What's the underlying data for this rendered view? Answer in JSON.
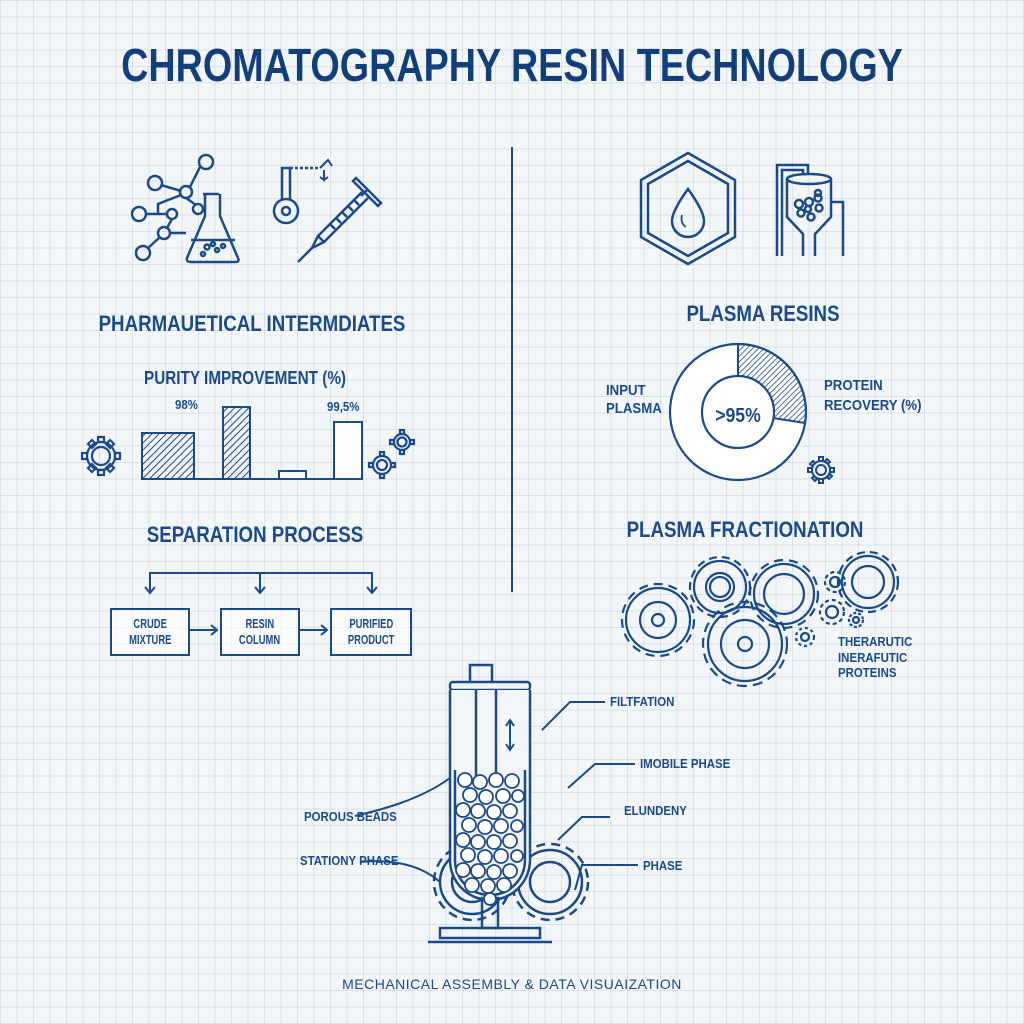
{
  "title": "CHROMATOGRAPHY RESIN TECHNOLOGY",
  "colors": {
    "ink": "#1a4a8a",
    "title": "#123f7a",
    "paper": "#f3f6f9",
    "grid": "#c8d4e0"
  },
  "left_panel": {
    "icons": [
      "molecule-icon",
      "erlenmeyer-flask-icon",
      "distillation-apparatus-icon",
      "syringe-icon"
    ],
    "heading": "PHARMAUETICAL INTERMDIATES",
    "chart_title": "PURITY IMPROVEMENT (%)",
    "bar_labels": [
      "98%",
      "99,5%"
    ],
    "process": {
      "heading": "SEPARATION PROCESS",
      "steps": [
        {
          "line1": "CRUDE",
          "line2": "MIXTURE"
        },
        {
          "line1": "RESIN",
          "line2": "COLUMN"
        },
        {
          "line1": "PURIFIED",
          "line2": "PRODUCT"
        }
      ]
    }
  },
  "right_panel": {
    "icons": [
      "hexagon-droplet-icon",
      "resin-vessel-icon"
    ],
    "heading": "PLASMA RESINS",
    "donut": {
      "left_label_1": "INPUT",
      "left_label_2": "PLASMA",
      "center_label": ">95%",
      "right_label_1": "PROTEIN",
      "right_label_2": "RECOVERY (%)"
    },
    "fractionation": {
      "heading": "PLASMA FRACTIONATION",
      "label_1": "THERARUTIC",
      "label_2": "INERAFUTIC",
      "label_3": "PROTEINS"
    }
  },
  "column_diagram": {
    "labels": {
      "filtration": "FILTFATION",
      "mobile_phase": "IMOBILE PHASE",
      "elution": "ELUNDENY",
      "phase": "PHASE",
      "porous_beads": "POROUS BEADS",
      "stationary_phase": "STATIONY PHASE"
    }
  },
  "footer": "MECHANICAL ASSEMBLY & DATA VISUAIZATION",
  "chart_data": [
    {
      "type": "bar",
      "title": "PURITY IMPROVEMENT (%)",
      "categories": [
        "1",
        "2",
        "3",
        "4"
      ],
      "values": [
        47,
        72,
        8,
        58
      ],
      "annotations": [
        {
          "bar": 0,
          "text": "98%"
        },
        {
          "bar": 3,
          "text": "99,5%"
        }
      ],
      "styles": [
        "hatched",
        "hatched",
        "outline",
        "outline"
      ],
      "xlabel": "",
      "ylabel": "",
      "grid": false
    },
    {
      "type": "pie",
      "title": "PLASMA RESINS",
      "donut": true,
      "categories": [
        "PROTEIN RECOVERY (%)",
        "INPUT PLASMA"
      ],
      "values": [
        25,
        75
      ],
      "center_text": ">95%"
    }
  ]
}
